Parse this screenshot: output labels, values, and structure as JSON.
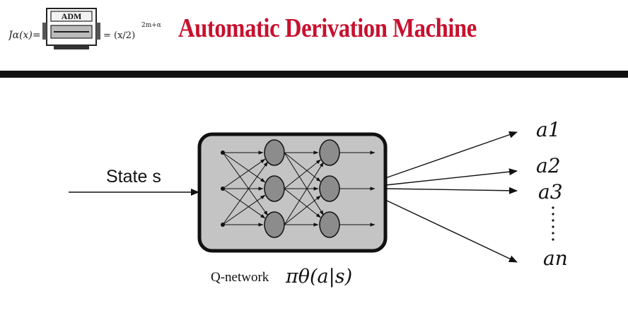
{
  "header": {
    "logo": {
      "formula_left": "Jα(x)=",
      "badge": "ADM",
      "formula_right": "= (x/2)",
      "exponent": "2m+α"
    },
    "title": "Automatic Derivation Machine"
  },
  "diagram": {
    "input_label": "State s",
    "network_label": "Q-network",
    "policy_label": "πθ(a|s)",
    "outputs": [
      "a1",
      "a2",
      "a3",
      "an"
    ],
    "layers": [
      3,
      3,
      3
    ]
  }
}
